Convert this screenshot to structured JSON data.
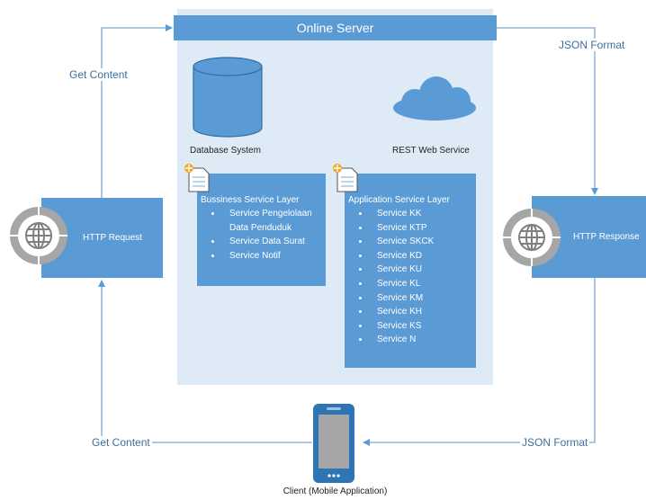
{
  "server": {
    "title": "Online Server"
  },
  "database": {
    "label": "Database System"
  },
  "rest": {
    "label": "REST Web Service"
  },
  "business_layer": {
    "title": "Bussiness Service Layer",
    "items": [
      "Service Pengelolaan Data Penduduk",
      "Service Data Surat",
      "Service Notif"
    ]
  },
  "application_layer": {
    "title": "Application Service Layer",
    "items": [
      "Service KK",
      "Service KTP",
      "Service SKCK",
      "Service KD",
      "Service KU",
      "Service KL",
      "Service KM",
      "Service KH",
      "Service KS",
      "Service N"
    ]
  },
  "http_request": {
    "label": "HTTP Request"
  },
  "http_response": {
    "label": "HTTP Response"
  },
  "flows": {
    "get_content_top": "Get Content",
    "json_format_top": "JSON Format",
    "get_content_bottom": "Get Content",
    "json_format_bottom": "JSON Format"
  },
  "client": {
    "label": "Client (Mobile Application)"
  },
  "colors": {
    "box": "#5b9bd5",
    "panel": "#deebf6",
    "line": "#7aa7d4",
    "globe": "#a6a6a6"
  }
}
